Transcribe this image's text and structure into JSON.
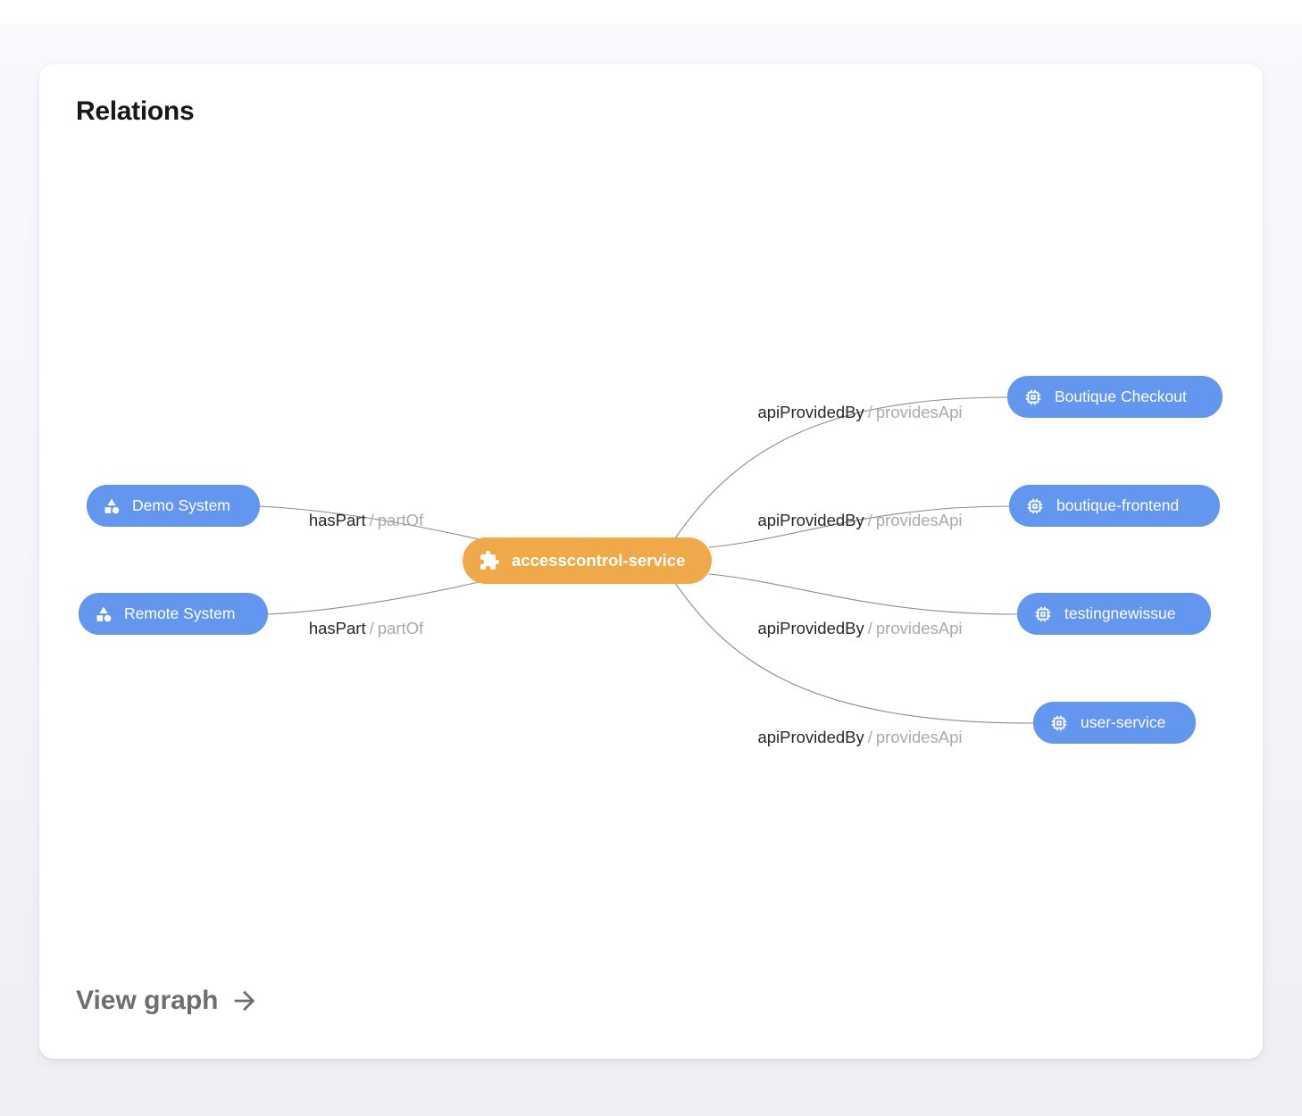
{
  "card": {
    "title": "Relations",
    "footer_link": "View graph"
  },
  "diagram": {
    "center": {
      "id": "accesscontrol-service",
      "label": "accesscontrol-service",
      "icon": "puzzle-icon",
      "color": "#f0a948"
    },
    "nodes": [
      {
        "id": "demo-system",
        "label": "Demo System",
        "icon": "system-icon",
        "side": "left",
        "color": "#6396ee"
      },
      {
        "id": "remote-system",
        "label": "Remote System",
        "icon": "system-icon",
        "side": "left",
        "color": "#6396ee"
      },
      {
        "id": "boutique-checkout",
        "label": "Boutique Checkout",
        "icon": "api-chip-icon",
        "side": "right",
        "color": "#6396ee"
      },
      {
        "id": "boutique-frontend",
        "label": "boutique-frontend",
        "icon": "api-chip-icon",
        "side": "right",
        "color": "#6396ee"
      },
      {
        "id": "testingnewissue",
        "label": "testingnewissue",
        "icon": "api-chip-icon",
        "side": "right",
        "color": "#6396ee"
      },
      {
        "id": "user-service",
        "label": "user-service",
        "icon": "api-chip-icon",
        "side": "right",
        "color": "#6396ee"
      }
    ],
    "edges": [
      {
        "from": "Demo System",
        "to": "accesscontrol-service",
        "relation": "hasPart",
        "separator": "/",
        "inverse": "partOf"
      },
      {
        "from": "Remote System",
        "to": "accesscontrol-service",
        "relation": "hasPart",
        "separator": "/",
        "inverse": "partOf"
      },
      {
        "from": "accesscontrol-service",
        "to": "Boutique Checkout",
        "relation": "apiProvidedBy",
        "separator": "/",
        "inverse": "providesApi"
      },
      {
        "from": "accesscontrol-service",
        "to": "boutique-frontend",
        "relation": "apiProvidedBy",
        "separator": "/",
        "inverse": "providesApi"
      },
      {
        "from": "accesscontrol-service",
        "to": "testingnewissue",
        "relation": "apiProvidedBy",
        "separator": "/",
        "inverse": "providesApi"
      },
      {
        "from": "accesscontrol-service",
        "to": "user-service",
        "relation": "apiProvidedBy",
        "separator": "/",
        "inverse": "providesApi"
      }
    ]
  },
  "colors": {
    "node_blue": "#6396ee",
    "node_orange": "#f0a948",
    "edge_line": "#8c8c8c",
    "label_dark": "#26282c",
    "label_gray": "#a6abb2",
    "card_background": "#ffffff",
    "page_background": "#f3f5f9"
  }
}
